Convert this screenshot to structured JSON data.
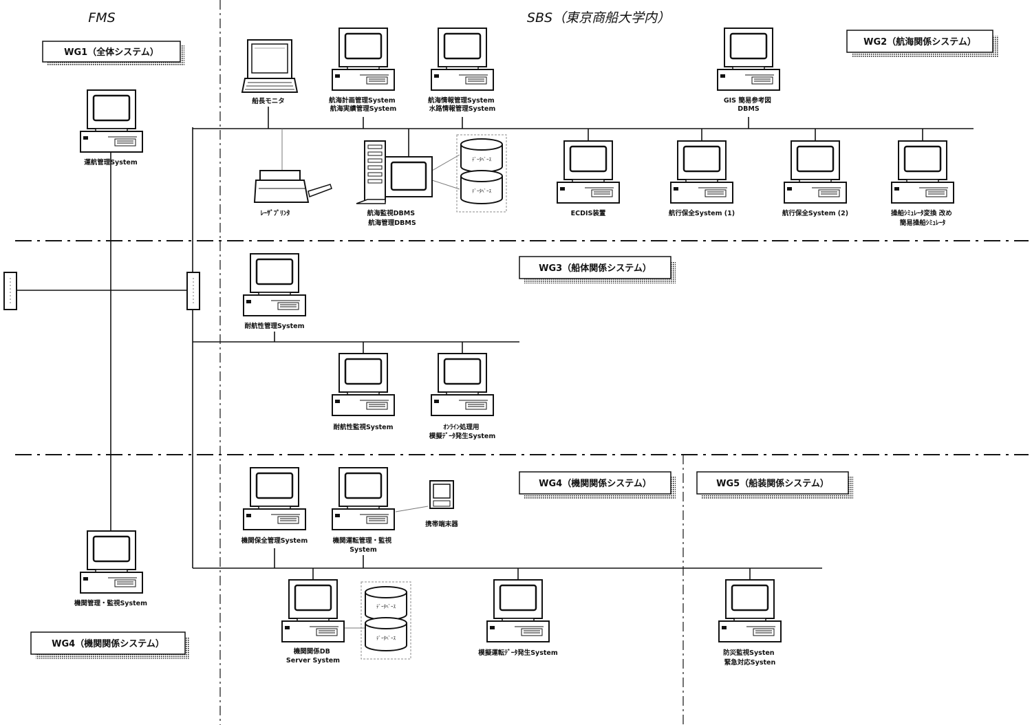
{
  "zones": {
    "fms_title": "FMS",
    "sbs_title": "SBS（東京商船大学内）"
  },
  "wg_labels": {
    "wg1": "WG1（全体システム）",
    "wg2": "WG2（航海関係システム）",
    "wg3": "WG3（船体関係システム）",
    "wg4_sbs": "WG4（機関関係システム）",
    "wg5": "WG5（船装関係システム）",
    "wg4_fms": "WG4（機関関係システム）"
  },
  "nodes": {
    "unkou": [
      "運航管理System"
    ],
    "kikan_fms": [
      "機関管理・監視System"
    ],
    "captain": [
      "船長モニタ"
    ],
    "kouseki": [
      "航海計画管理System",
      "航海実績管理System"
    ],
    "kouinfo": [
      "航海情報管理System",
      "水路情報管理System"
    ],
    "gis": [
      "GIS 簡易参考図",
      "DBMS"
    ],
    "printer": [
      "ﾚｰｻﾞﾌﾟﾘﾝﾀ"
    ],
    "kansi_db": [
      "航海監視DBMS",
      "航海管理DBMS"
    ],
    "ecdis": [
      "ECDIS装置"
    ],
    "hoan1": [
      "航行保全System (1)"
    ],
    "hoan2": [
      "航行保全System (2)"
    ],
    "simulator": [
      "操船ｼﾐｭﾚｰﾀ変換 改め",
      "簡易操船ｼﾐｭﾚｰﾀ"
    ],
    "taikou_kanri": [
      "耐航性管理System"
    ],
    "taikou_kansi": [
      "耐航性監視System"
    ],
    "online": [
      "ｵﾝﾗｲﾝ処理用",
      "模擬ﾃﾞｰﾀ発生System"
    ],
    "kikan_hozen": [
      "機関保全管理System"
    ],
    "kikan_unten": [
      "機関運転管理・監視",
      "System"
    ],
    "keitai": [
      "携帯端末器"
    ],
    "kikan_db": [
      "機関関係DB",
      "Server System"
    ],
    "mogi_unten": [
      "模擬運転ﾃﾞｰﾀ発生System"
    ],
    "bousai": [
      "防災監視Systen",
      "緊急対応Systen"
    ]
  },
  "db_label": "ﾃﾞｰﾀﾍﾞｰｽ"
}
